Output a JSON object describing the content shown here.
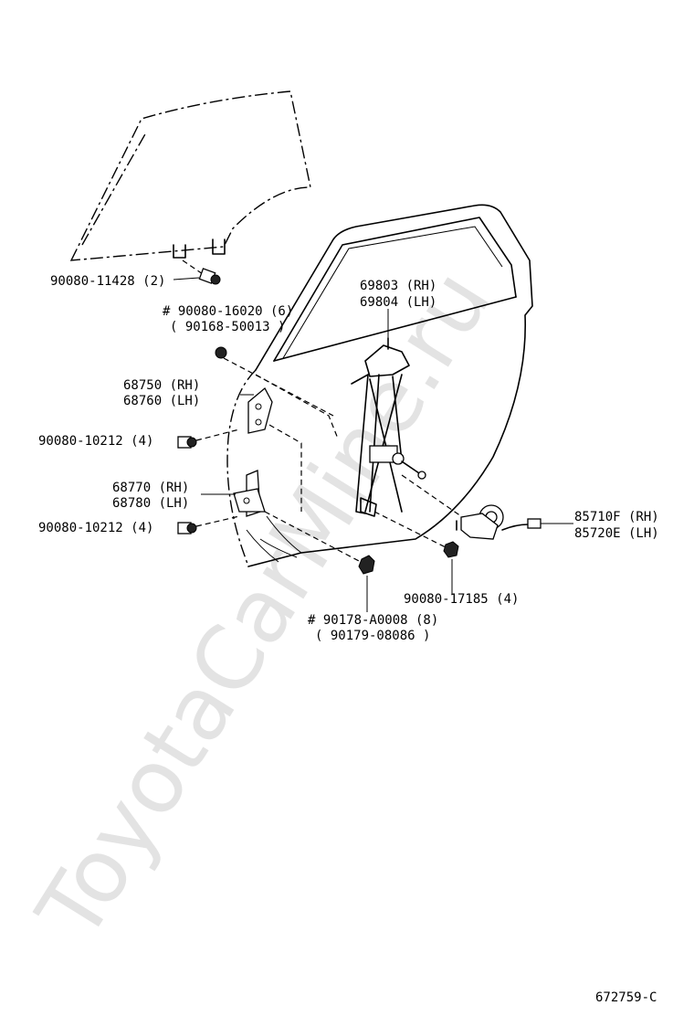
{
  "watermark": "ToyotaCarMine.ru",
  "diagram_code": "672759-C",
  "labels": {
    "bolt_glass": "90080-11428 (2)",
    "bolt_top_1": "# 90080-16020 (6)",
    "bolt_top_2": "( 90168-50013 )",
    "regulator_rh": "69803 (RH)",
    "regulator_lh": "69804 (LH)",
    "hinge_upper_rh": "68750 (RH)",
    "hinge_upper_lh": "68760 (LH)",
    "bolt_hinge_upper": "90080-10212 (4)",
    "hinge_lower_rh": "68770 (RH)",
    "hinge_lower_lh": "68780 (LH)",
    "bolt_hinge_lower": "90080-10212 (4)",
    "motor_rh": "85710F (RH)",
    "motor_lh": "85720E (LH)",
    "nut_regulator": "90080-17185 (4)",
    "nut_bottom_1": "# 90178-A0008 (8)",
    "nut_bottom_2": "( 90179-08086 )"
  }
}
